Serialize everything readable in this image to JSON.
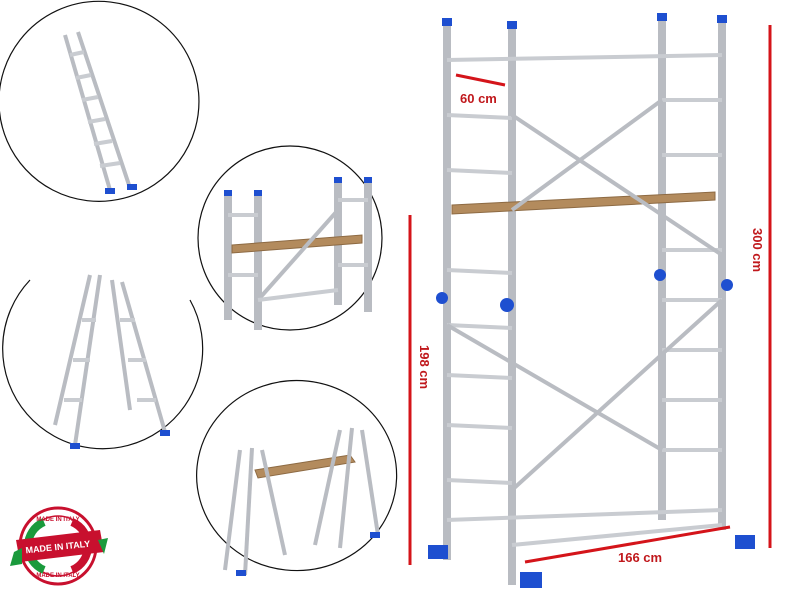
{
  "dimensions": {
    "depth": "60 cm",
    "platform_height": "198 cm",
    "total_height": "300 cm",
    "width": "166 cm"
  },
  "badge": {
    "text_top": "MADE IN ITALY",
    "text_ribbon": "MADE IN ITALY",
    "text_bottom": "MADE IN ITALY"
  },
  "colors": {
    "dimension_red": "#d4141a",
    "cap_blue": "#1e4fd0",
    "aluminium": "#b9bcc2",
    "plank": "#b38b5d"
  }
}
